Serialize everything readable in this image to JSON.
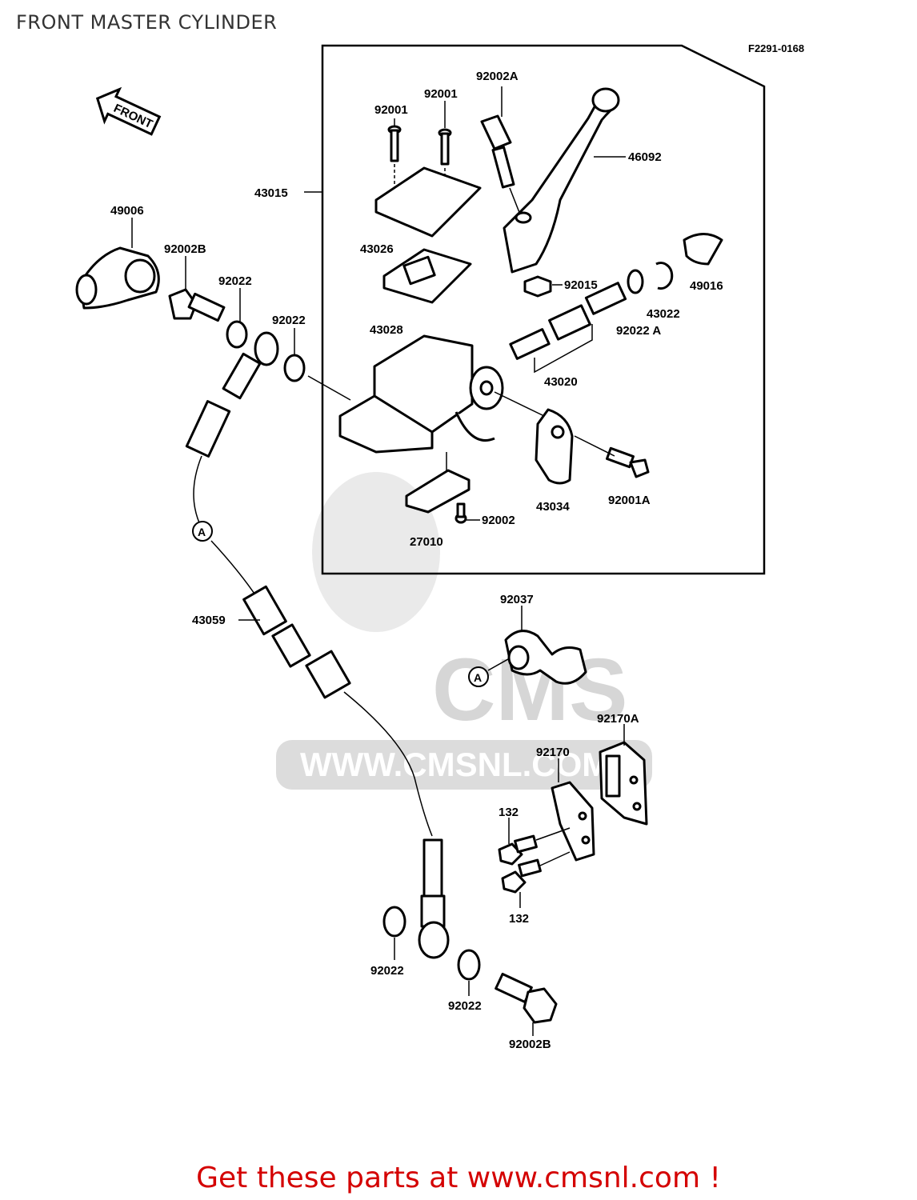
{
  "page_title": "FRONT MASTER CYLINDER",
  "diagram_code": "F2291-0168",
  "front_marker": "FRONT",
  "watermark": {
    "brand": "CMS",
    "url": "WWW.CMSNL.COM"
  },
  "callout_letter": "A",
  "labels": {
    "p92002A": "92002A",
    "p92001_left": "92001",
    "p92001_right": "92001",
    "p46092": "46092",
    "p43015": "43015",
    "p49006": "49006",
    "p92002B_top": "92002B",
    "p92022_a": "92022",
    "p92022_b": "92022",
    "p43026": "43026",
    "p43028": "43028",
    "p92015": "92015",
    "p49016": "49016",
    "p43022": "43022",
    "p92022A": "92022 A",
    "p43020": "43020",
    "p43034": "43034",
    "p92001A": "92001A",
    "p92002": "92002",
    "p27010": "27010",
    "p43059": "43059",
    "p92037": "92037",
    "p92170A": "92170A",
    "p92170": "92170",
    "p132_top": "132",
    "p132_bottom": "132",
    "p92022_c": "92022",
    "p92022_d": "92022",
    "p92002B_bottom": "92002B"
  },
  "footer_text": "Get these parts at www.cmsnl.com !"
}
